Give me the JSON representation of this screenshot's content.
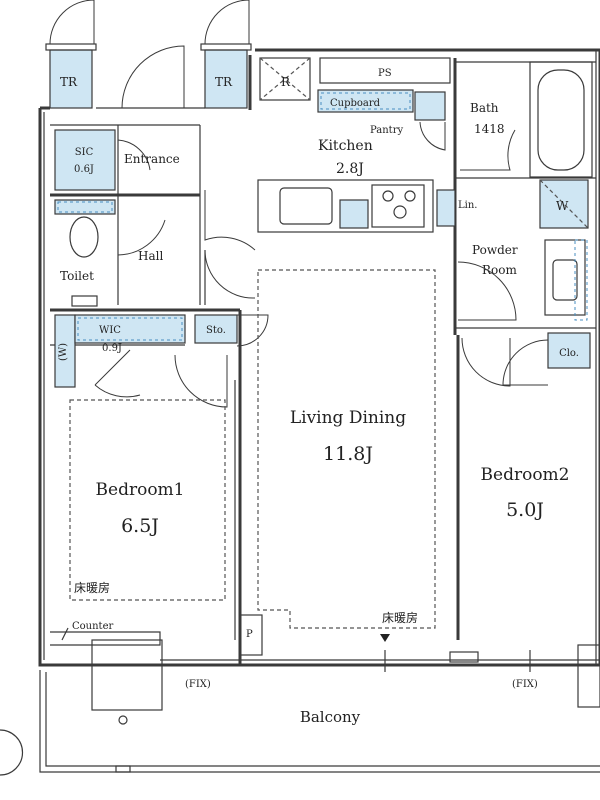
{
  "rooms": {
    "tr_left": "TR",
    "tr_right": "TR",
    "r_box": "R",
    "ps": "PS",
    "cupboard": "Cupboard",
    "pantry": "Pantry",
    "kitchen": "Kitchen",
    "kitchen_size": "2.8J",
    "bath": "Bath",
    "bath_size": "1418",
    "sic": "SIC",
    "sic_size": "0.6J",
    "entrance": "Entrance",
    "lin": "Lin.",
    "w_bath": "W",
    "hall": "Hall",
    "toilet": "Toilet",
    "powder": "Powder",
    "powder2": "Room",
    "wic": "WIC",
    "wic_size": "0.9J",
    "wic_w": "(W)",
    "sto": "Sto.",
    "clo": "Clo.",
    "living": "Living Dining",
    "living_size": "11.8J",
    "bedroom1": "Bedroom1",
    "bedroom1_size": "6.5J",
    "bedroom2": "Bedroom2",
    "bedroom2_size": "5.0J",
    "floor_heat_1": "床暖房",
    "floor_heat_2": "床暖房",
    "counter": "Counter",
    "p_box": "P",
    "fix_left": "(FIX)",
    "fix_right": "(FIX)",
    "balcony": "Balcony"
  }
}
